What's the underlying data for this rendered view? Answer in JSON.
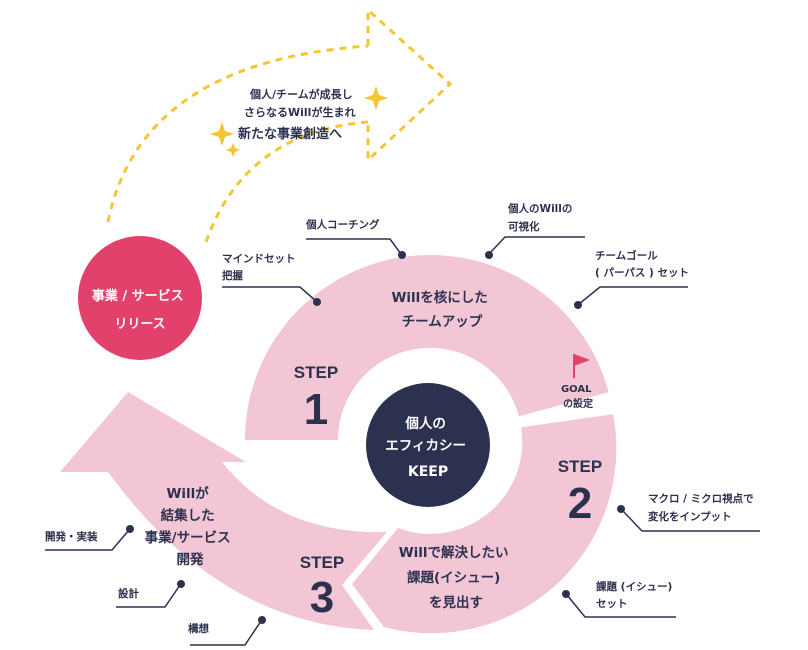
{
  "growth": {
    "lines": [
      "個人/チームが成長し",
      "さらなるWillが生まれ",
      "新たな事業創造へ"
    ]
  },
  "release": {
    "lines": [
      "事業 / サービス",
      "リリース"
    ]
  },
  "center": {
    "lines": [
      "個人の",
      "エフィカシー",
      "KEEP"
    ]
  },
  "step1": {
    "label": "STEP",
    "number": "1",
    "title": [
      "Willを核にした",
      "チームアップ"
    ],
    "goal": [
      "GOAL",
      "の設定"
    ]
  },
  "step2": {
    "label": "STEP",
    "number": "2",
    "title": [
      "Willで解決したい",
      "課題(イシュー)",
      "を見出す"
    ]
  },
  "step3": {
    "label": "STEP",
    "number": "3",
    "title": [
      "Willが",
      "結集した",
      "事業/サービス",
      "開発"
    ]
  },
  "callouts": {
    "mindset": [
      "マインドセット",
      "把握"
    ],
    "coaching": [
      "個人コーチング"
    ],
    "visualize": [
      "個人のWillの",
      "可視化"
    ],
    "teamgoal": [
      "チームゴール",
      "( パーパス ) セット"
    ],
    "macro": [
      "マクロ / ミクロ視点で",
      "変化をインプット"
    ],
    "issue": [
      "課題 (イシュー)",
      "セット"
    ],
    "dev": [
      "開発・実装"
    ],
    "design": [
      "設計"
    ],
    "concept": [
      "構想"
    ]
  },
  "colors": {
    "pink": "#f2c6d4",
    "navy": "#2d3150",
    "red": "#e2416b",
    "yellow": "#f4c534"
  }
}
